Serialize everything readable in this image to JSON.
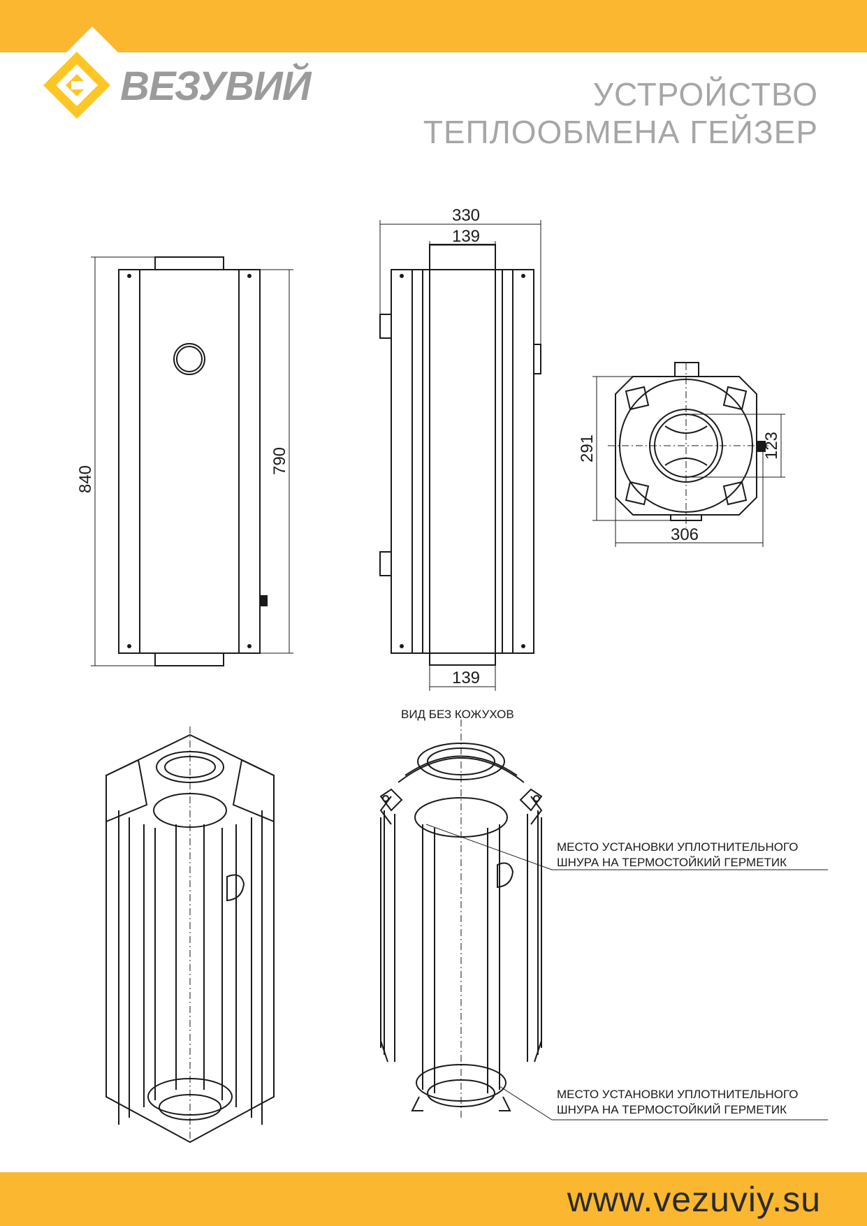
{
  "header": {
    "brand": "ВЕЗУВИЙ",
    "title_line1": "УСТРОЙСТВО",
    "title_line2": "ТЕПЛООБМЕНА ГЕЙЗЕР"
  },
  "footer": {
    "url": "www.vezuviy.su"
  },
  "colors": {
    "accent": "#fbb72f",
    "logo_yellow": "#fdc624",
    "brand_gray": "#9b9b9b",
    "title_gray": "#a6a6a6"
  },
  "dimensions": {
    "height_total": "840",
    "height_body": "790",
    "width_total": "330",
    "pipe_top": "139",
    "pipe_bottom": "139",
    "top_depth": "291",
    "top_width": "306",
    "pipe_diameter": "123"
  },
  "labels": {
    "view_without_casings": "ВИД БЕЗ КОЖУХОВ",
    "seal_line1": "МЕСТО УСТАНОВКИ УПЛОТНИТЕЛЬНОГО",
    "seal_line2": "ШНУРА НА ТЕРМОСТОЙКИЙ ГЕРМЕТИК"
  }
}
